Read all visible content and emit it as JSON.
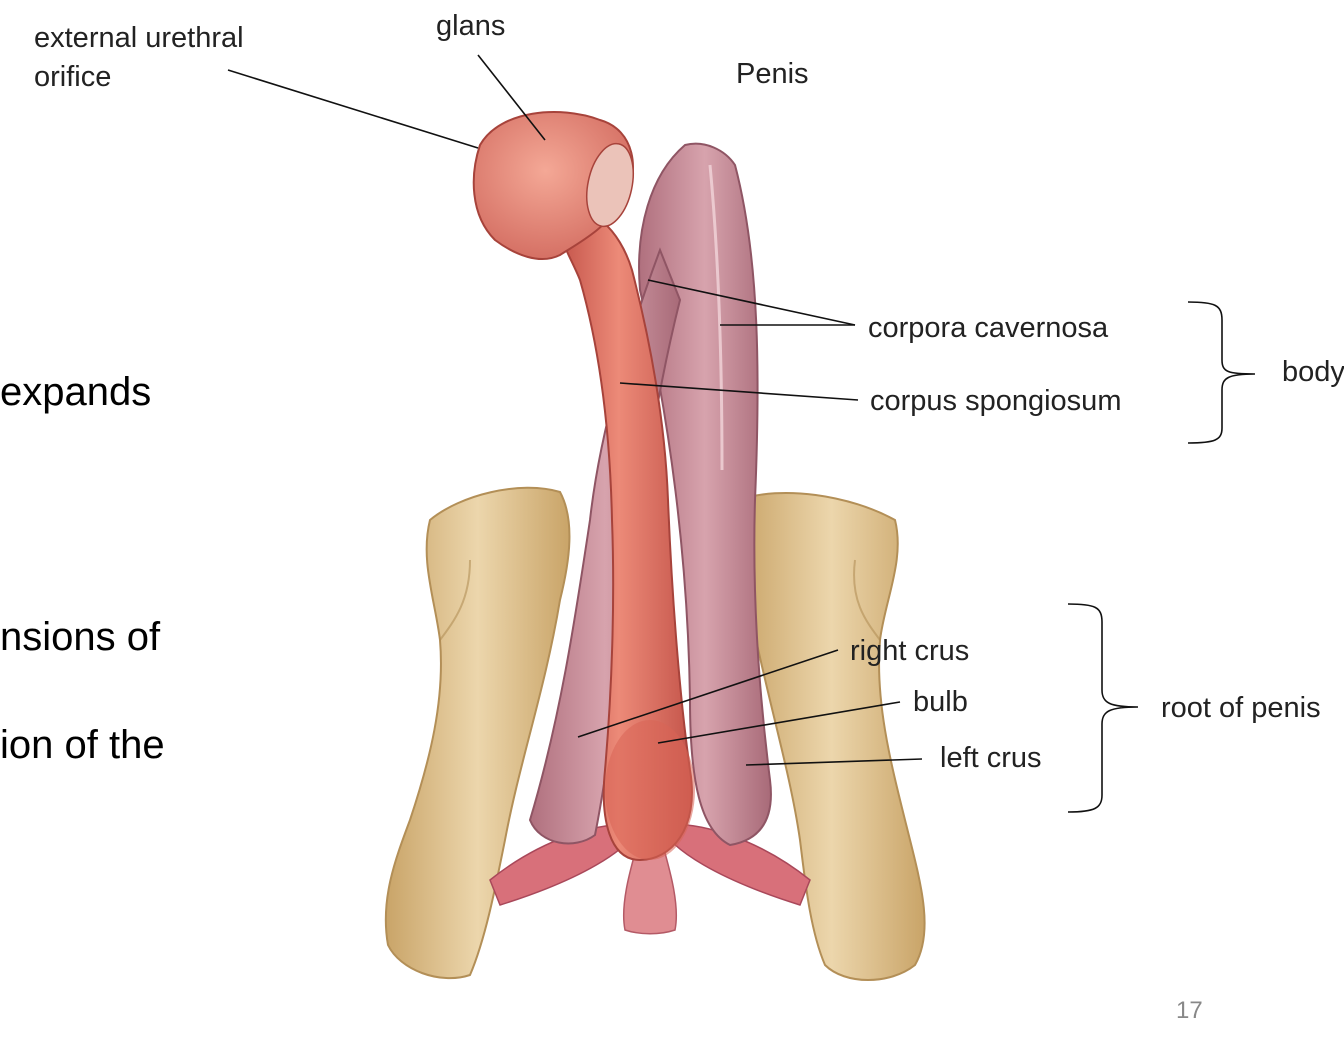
{
  "slide": {
    "text_fragments": [
      "expands",
      "nsions of",
      "ion of the"
    ],
    "page_number": "17"
  },
  "diagram": {
    "title": "Penis",
    "labels": {
      "external_urethral_orifice_line1": "external urethral",
      "external_urethral_orifice_line2": "orifice",
      "glans": "glans",
      "corpora_cavernosa": "corpora cavernosa",
      "corpus_spongiosum": "corpus spongiosum",
      "body": "body",
      "right_crus": "right crus",
      "bulb": "bulb",
      "left_crus": "left crus",
      "root_of_penis": "root of penis"
    },
    "colors": {
      "bone": "#e6c99a",
      "bone_shadow": "#c9a468",
      "corpus_spongiosum": "#dd6e60",
      "corpora_cavernosa": "#c98994",
      "muscle": "#d8707a",
      "leader_line": "#111111"
    }
  }
}
